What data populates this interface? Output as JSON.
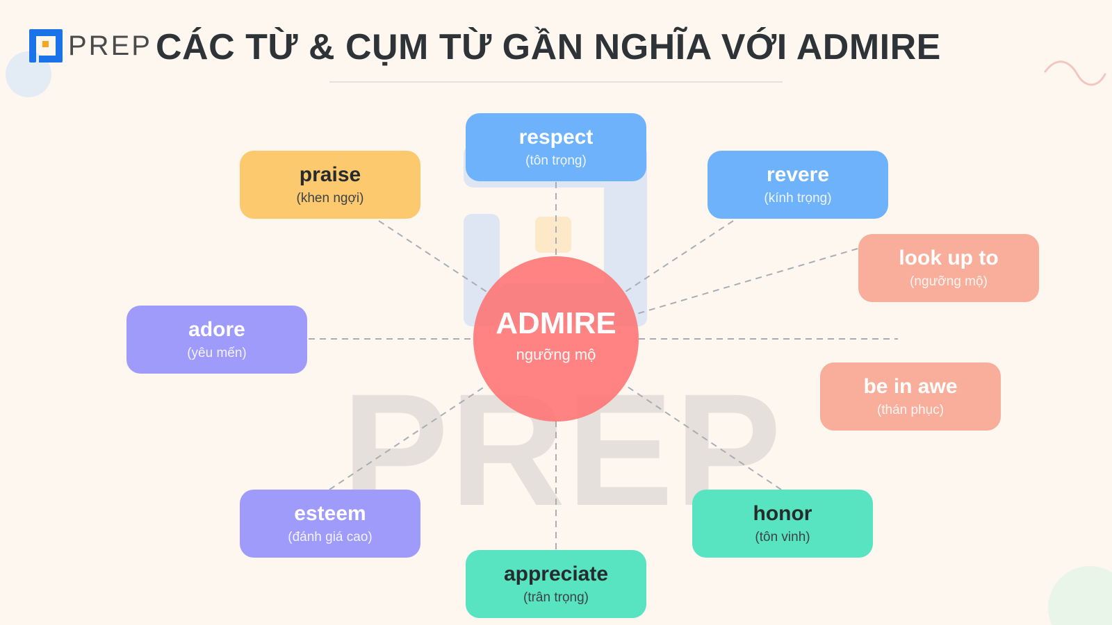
{
  "header": {
    "brand": "PREP",
    "title": "CÁC TỪ & CỤM TỪ GẦN NGHĨA VỚI ADMIRE"
  },
  "watermark": "PREP",
  "center": {
    "word": "ADMIRE",
    "meaning": "ngưỡng mộ",
    "color": "#ff7a78"
  },
  "colors": {
    "background": "#fdf7f0",
    "yellow": "#fdc96f",
    "blue": "#6eb2fb",
    "salmon": "#f8ae9b",
    "purple": "#9f9bfb",
    "teal": "#58e3c1",
    "logo_blue": "#1a73e8",
    "logo_orange": "#f5a623"
  },
  "nodes": [
    {
      "id": "respect",
      "word": "respect",
      "meaning": "(tôn trọng)",
      "color": "#6eb2fb",
      "text": "light"
    },
    {
      "id": "praise",
      "word": "praise",
      "meaning": "(khen ngợi)",
      "color": "#fdc96f",
      "text": "dark"
    },
    {
      "id": "revere",
      "word": "revere",
      "meaning": "(kính trọng)",
      "color": "#6eb2fb",
      "text": "light"
    },
    {
      "id": "look-up-to",
      "word": "look up to",
      "meaning": "(ngưỡng mộ)",
      "color": "#f8ae9b",
      "text": "light"
    },
    {
      "id": "adore",
      "word": "adore",
      "meaning": "(yêu mến)",
      "color": "#9f9bfb",
      "text": "light"
    },
    {
      "id": "be-in-awe",
      "word": "be in awe",
      "meaning": "(thán phục)",
      "color": "#f8ae9b",
      "text": "light"
    },
    {
      "id": "esteem",
      "word": "esteem",
      "meaning": "(đánh giá cao)",
      "color": "#9f9bfb",
      "text": "light"
    },
    {
      "id": "honor",
      "word": "honor",
      "meaning": "(tôn vinh)",
      "color": "#58e3c1",
      "text": "dark"
    },
    {
      "id": "appreciate",
      "word": "appreciate",
      "meaning": "(trân trọng)",
      "color": "#58e3c1",
      "text": "dark"
    }
  ]
}
